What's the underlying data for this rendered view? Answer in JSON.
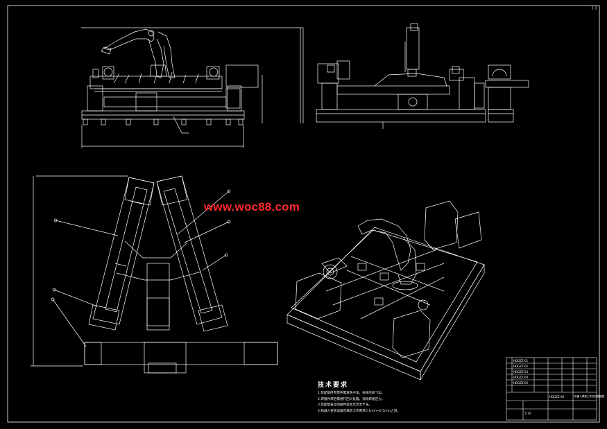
{
  "watermark": {
    "text": "www.woc88.com",
    "color": "#ff2a2a"
  },
  "technical_requirements": {
    "title": "技术要求",
    "items": [
      "1.装配前所有零件需清洗干净，去除毛刺飞边。",
      "2.焊接件焊后需进行回火处理，消除焊接应力。",
      "3.装配后各运动部件运动灵活无卡滞。",
      "4.机器人安装误差应满足工作要求0.1mm~0.5mm之间。"
    ]
  },
  "title_block": {
    "drawing_name": "机器人焊接工作站总装配图",
    "drawing_no": "HDGZZ-00",
    "sheet_scale": "1:10",
    "rows": [
      "HDGZZ-01",
      "HDGZZ-02",
      "HDGZZ-03",
      "HDGZZ-04",
      "HDGZZ-05"
    ]
  },
  "colors": {
    "background": "#000000",
    "lines": "#ffffff",
    "watermark": "#ff2a2a"
  }
}
